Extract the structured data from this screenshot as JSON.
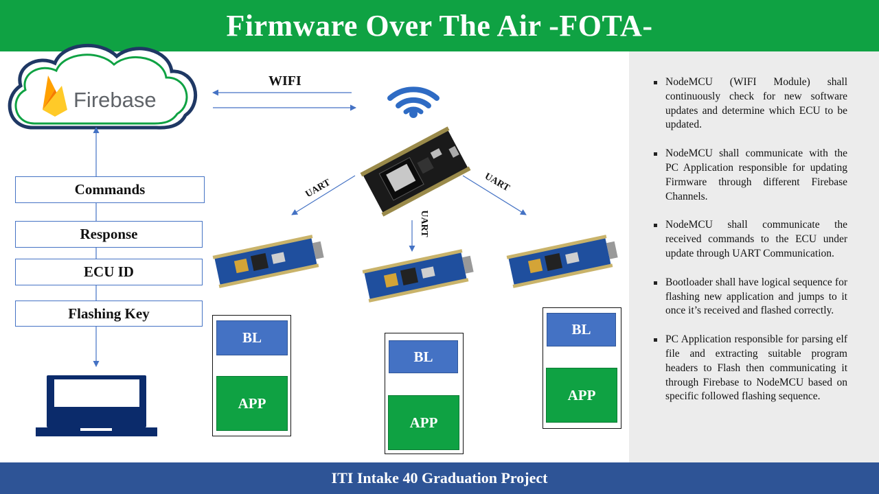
{
  "title": "Firmware Over The Air -FOTA-",
  "footer": "ITI Intake 40 Graduation Project",
  "colors": {
    "header_green": "#0fa243",
    "footer_blue": "#2e5496",
    "bl_blue": "#4472c4",
    "app_green": "#0fa243",
    "panel_gray": "#ececec",
    "arrow_blue": "#4472c4"
  },
  "cloud": {
    "label": "Firebase",
    "icon": "firebase-flame-icon"
  },
  "links": {
    "wifi": "WIFI",
    "uart_left": "UART",
    "uart_center": "UART",
    "uart_right": "UART"
  },
  "commands": [
    "Commands",
    "Response",
    "ECU ID",
    "Flashing Key"
  ],
  "icons": {
    "wifi": "wifi-signal-icon",
    "laptop": "laptop-icon",
    "nodemcu": "nodemcu-board-image",
    "ecu": "stm32-bluepill-board-image"
  },
  "ecus": [
    {
      "bl": "BL",
      "app": "APP"
    },
    {
      "bl": "BL",
      "app": "APP"
    },
    {
      "bl": "BL",
      "app": "APP"
    }
  ],
  "bullets": [
    "NodeMCU (WIFI Module) shall continuously check for new software updates and determine which ECU to be updated.",
    "NodeMCU shall communicate with the PC Application responsible for updating Firmware through different Firebase Channels.",
    "NodeMCU shall communicate the received commands to the ECU under update through UART Communication.",
    "Bootloader shall have logical sequence for flashing new application and jumps to it once it’s received and flashed correctly.",
    "PC Application responsible for parsing elf file and extracting suitable program headers to Flash then communicating it through Firebase to NodeMCU based on specific followed flashing sequence."
  ]
}
